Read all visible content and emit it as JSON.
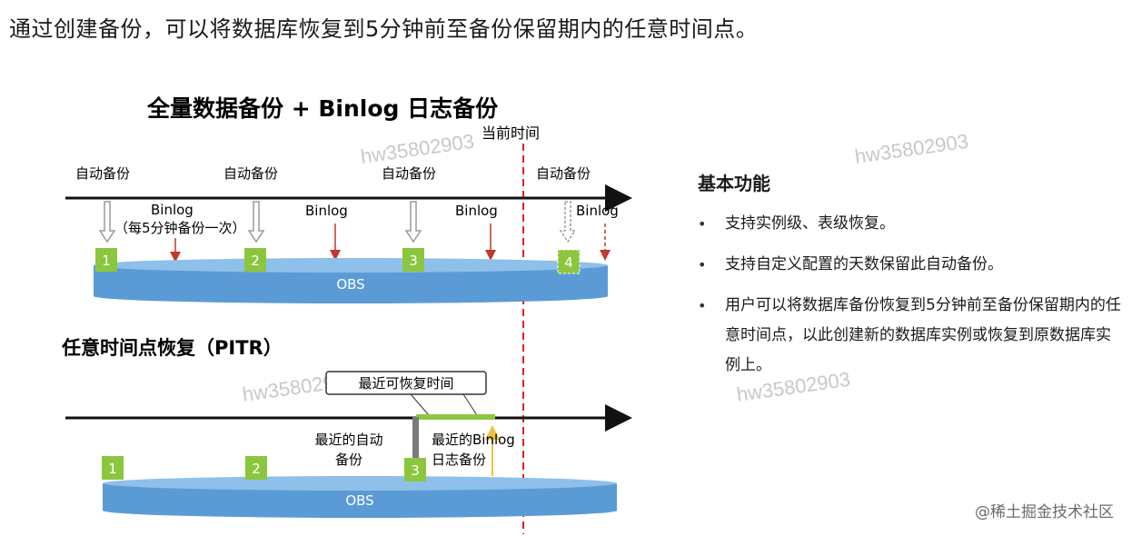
{
  "page": {
    "heading": "通过创建备份，可以将数据库恢复到5分钟前至备份保留期内的任意时间点。",
    "credit": "@稀土掘金技术社区"
  },
  "diagram": {
    "top_title": "全量数据备份 + Binlog 日志备份",
    "current_time": "当前时间",
    "auto_backup": "自动备份",
    "binlog": "Binlog",
    "binlog_note": "（每5分钟备份一次）",
    "storage": "OBS",
    "bottom_title": "任意时间点恢复（PITR）",
    "callout": "最近可恢复时间",
    "recent_auto_1": "最近的自动",
    "recent_auto_2": "备份",
    "recent_binlog_1": "最近的Binlog",
    "recent_binlog_2": "日志备份",
    "top_backups": [
      "1",
      "2",
      "3",
      "4"
    ],
    "bottom_backups": [
      "1",
      "2",
      "3"
    ],
    "watermark": "hw35802903",
    "colors": {
      "timeline": "#111111",
      "disk": "#5b9bd5",
      "marker": "#8cc63f",
      "current_line": "#e02020",
      "binlog_arrow": "#c0392b",
      "recovery_range": "#8cc63f",
      "binlog_latest": "#f0c040"
    }
  },
  "features": {
    "title": "基本功能",
    "items": [
      "支持实例级、表级恢复。",
      "支持自定义配置的天数保留此自动备份。",
      "用户可以将数据库备份恢复到5分钟前至备份保留期内的任意时间点，以此创建新的数据库实例或恢复到原数据库实例上。"
    ]
  }
}
